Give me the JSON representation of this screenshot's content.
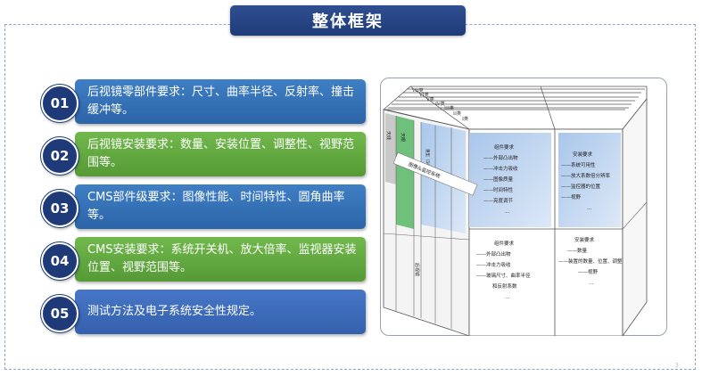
{
  "title": "整体框架",
  "page_number": "3",
  "items": [
    {
      "num": "01",
      "text": "后视镜零部件要求：尺寸、曲率半径、反射率、撞击缓冲等。",
      "color": "#3470b5"
    },
    {
      "num": "02",
      "text": "后视镜安装要求：数量、安装位置、调整性、视野范围等。",
      "color": "#62a840"
    },
    {
      "num": "03",
      "text": "CMS部件级要求：图像性能、时间特性、圆角曲率等。",
      "color": "#3470b5"
    },
    {
      "num": "04",
      "text": "CMS安装要求：系统开关机、放大倍率、监视器安装位置、视野范围等。",
      "color": "#62a840"
    },
    {
      "num": "05",
      "text": "测试方法及电子系统安全性规定。",
      "color": "#3d6ebd"
    }
  ],
  "diagram": {
    "class_labels": [
      "VII类",
      "VI类",
      "V类",
      "IV类",
      "III类",
      "II类",
      "I类"
    ],
    "left_label_1": "天线",
    "left_label_2": "天眼",
    "left_label_3": "重型（50t）",
    "banner": "图像&监控系统",
    "side_label": "后视镜",
    "q1": {
      "title": "组件要求",
      "lines": [
        "——外部凸出物",
        "——冲击力吸收",
        "——图像质量",
        "——时间特性",
        "——亮度调节"
      ],
      "dots": "…"
    },
    "q2": {
      "title": "安装要求",
      "lines": [
        "——系统可用性",
        "——放大系数倍分辨率",
        "——监控器的位置",
        "——视野"
      ],
      "dots": "…"
    },
    "q3": {
      "title": "组件要求",
      "lines": [
        "——外部凸出物",
        "——冲击力吸收",
        "——玻璃尺寸、曲率半径",
        "和反射系数"
      ],
      "dots": "…"
    },
    "q4": {
      "title": "安装要求",
      "lines": [
        "——数量",
        "——装置的数量、位置、调整",
        "——视野"
      ],
      "dots": "…"
    }
  }
}
